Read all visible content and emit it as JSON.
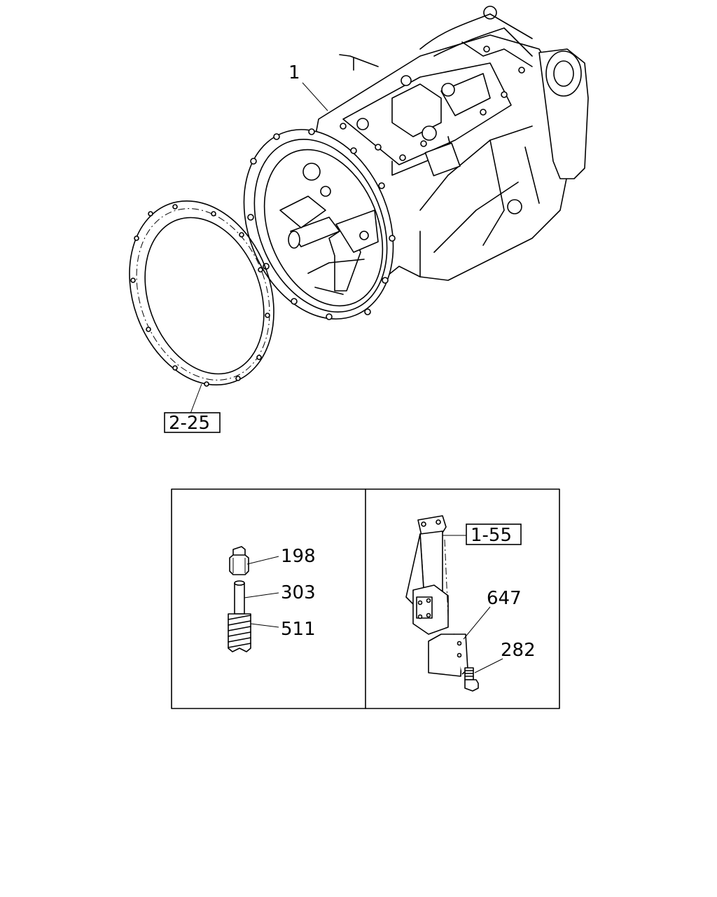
{
  "callouts": {
    "transmission": "1",
    "gasket_ref": "2-25",
    "part_198": "198",
    "part_303": "303",
    "part_511": "511",
    "bracket_ref": "1-55",
    "part_647": "647",
    "part_282": "282"
  }
}
